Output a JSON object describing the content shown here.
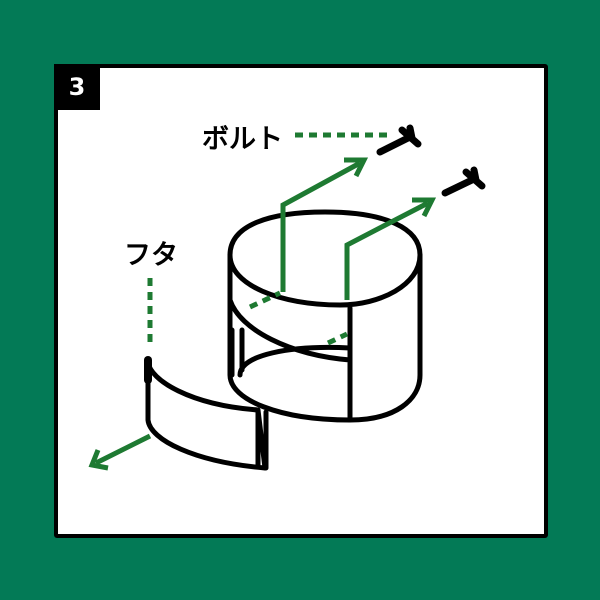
{
  "step_number": "3",
  "labels": {
    "bolt": "ボルト",
    "lid": "フタ"
  },
  "colors": {
    "background": "#037a56",
    "arrow": "#1e7a32",
    "line": "#000000"
  }
}
